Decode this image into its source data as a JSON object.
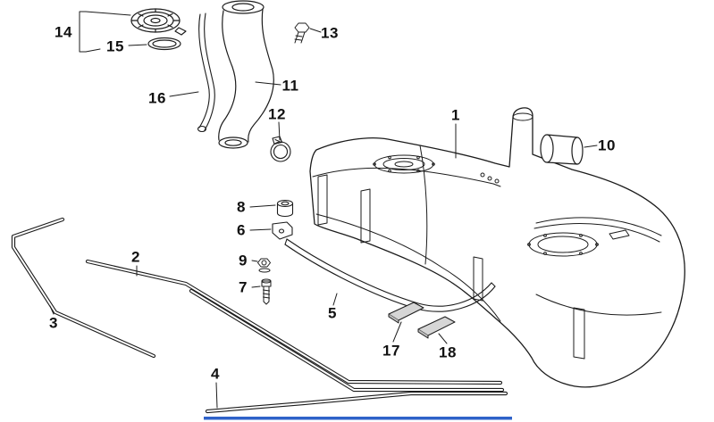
{
  "diagram": {
    "kind": "exploded-parts-diagram",
    "subject": "fuel-tank-assembly",
    "background_color": "#ffffff",
    "line_color": "#1c1c1c",
    "pad_fill_color": "#d6d6d6",
    "accent_bar_color": "#2f62c9"
  },
  "labels": [
    {
      "num": "1"
    },
    {
      "num": "2"
    },
    {
      "num": "3"
    },
    {
      "num": "4"
    },
    {
      "num": "5"
    },
    {
      "num": "6"
    },
    {
      "num": "7"
    },
    {
      "num": "8"
    },
    {
      "num": "9"
    },
    {
      "num": "10"
    },
    {
      "num": "11"
    },
    {
      "num": "12"
    },
    {
      "num": "13"
    },
    {
      "num": "14"
    },
    {
      "num": "15"
    },
    {
      "num": "16"
    },
    {
      "num": "17"
    },
    {
      "num": "18"
    }
  ]
}
